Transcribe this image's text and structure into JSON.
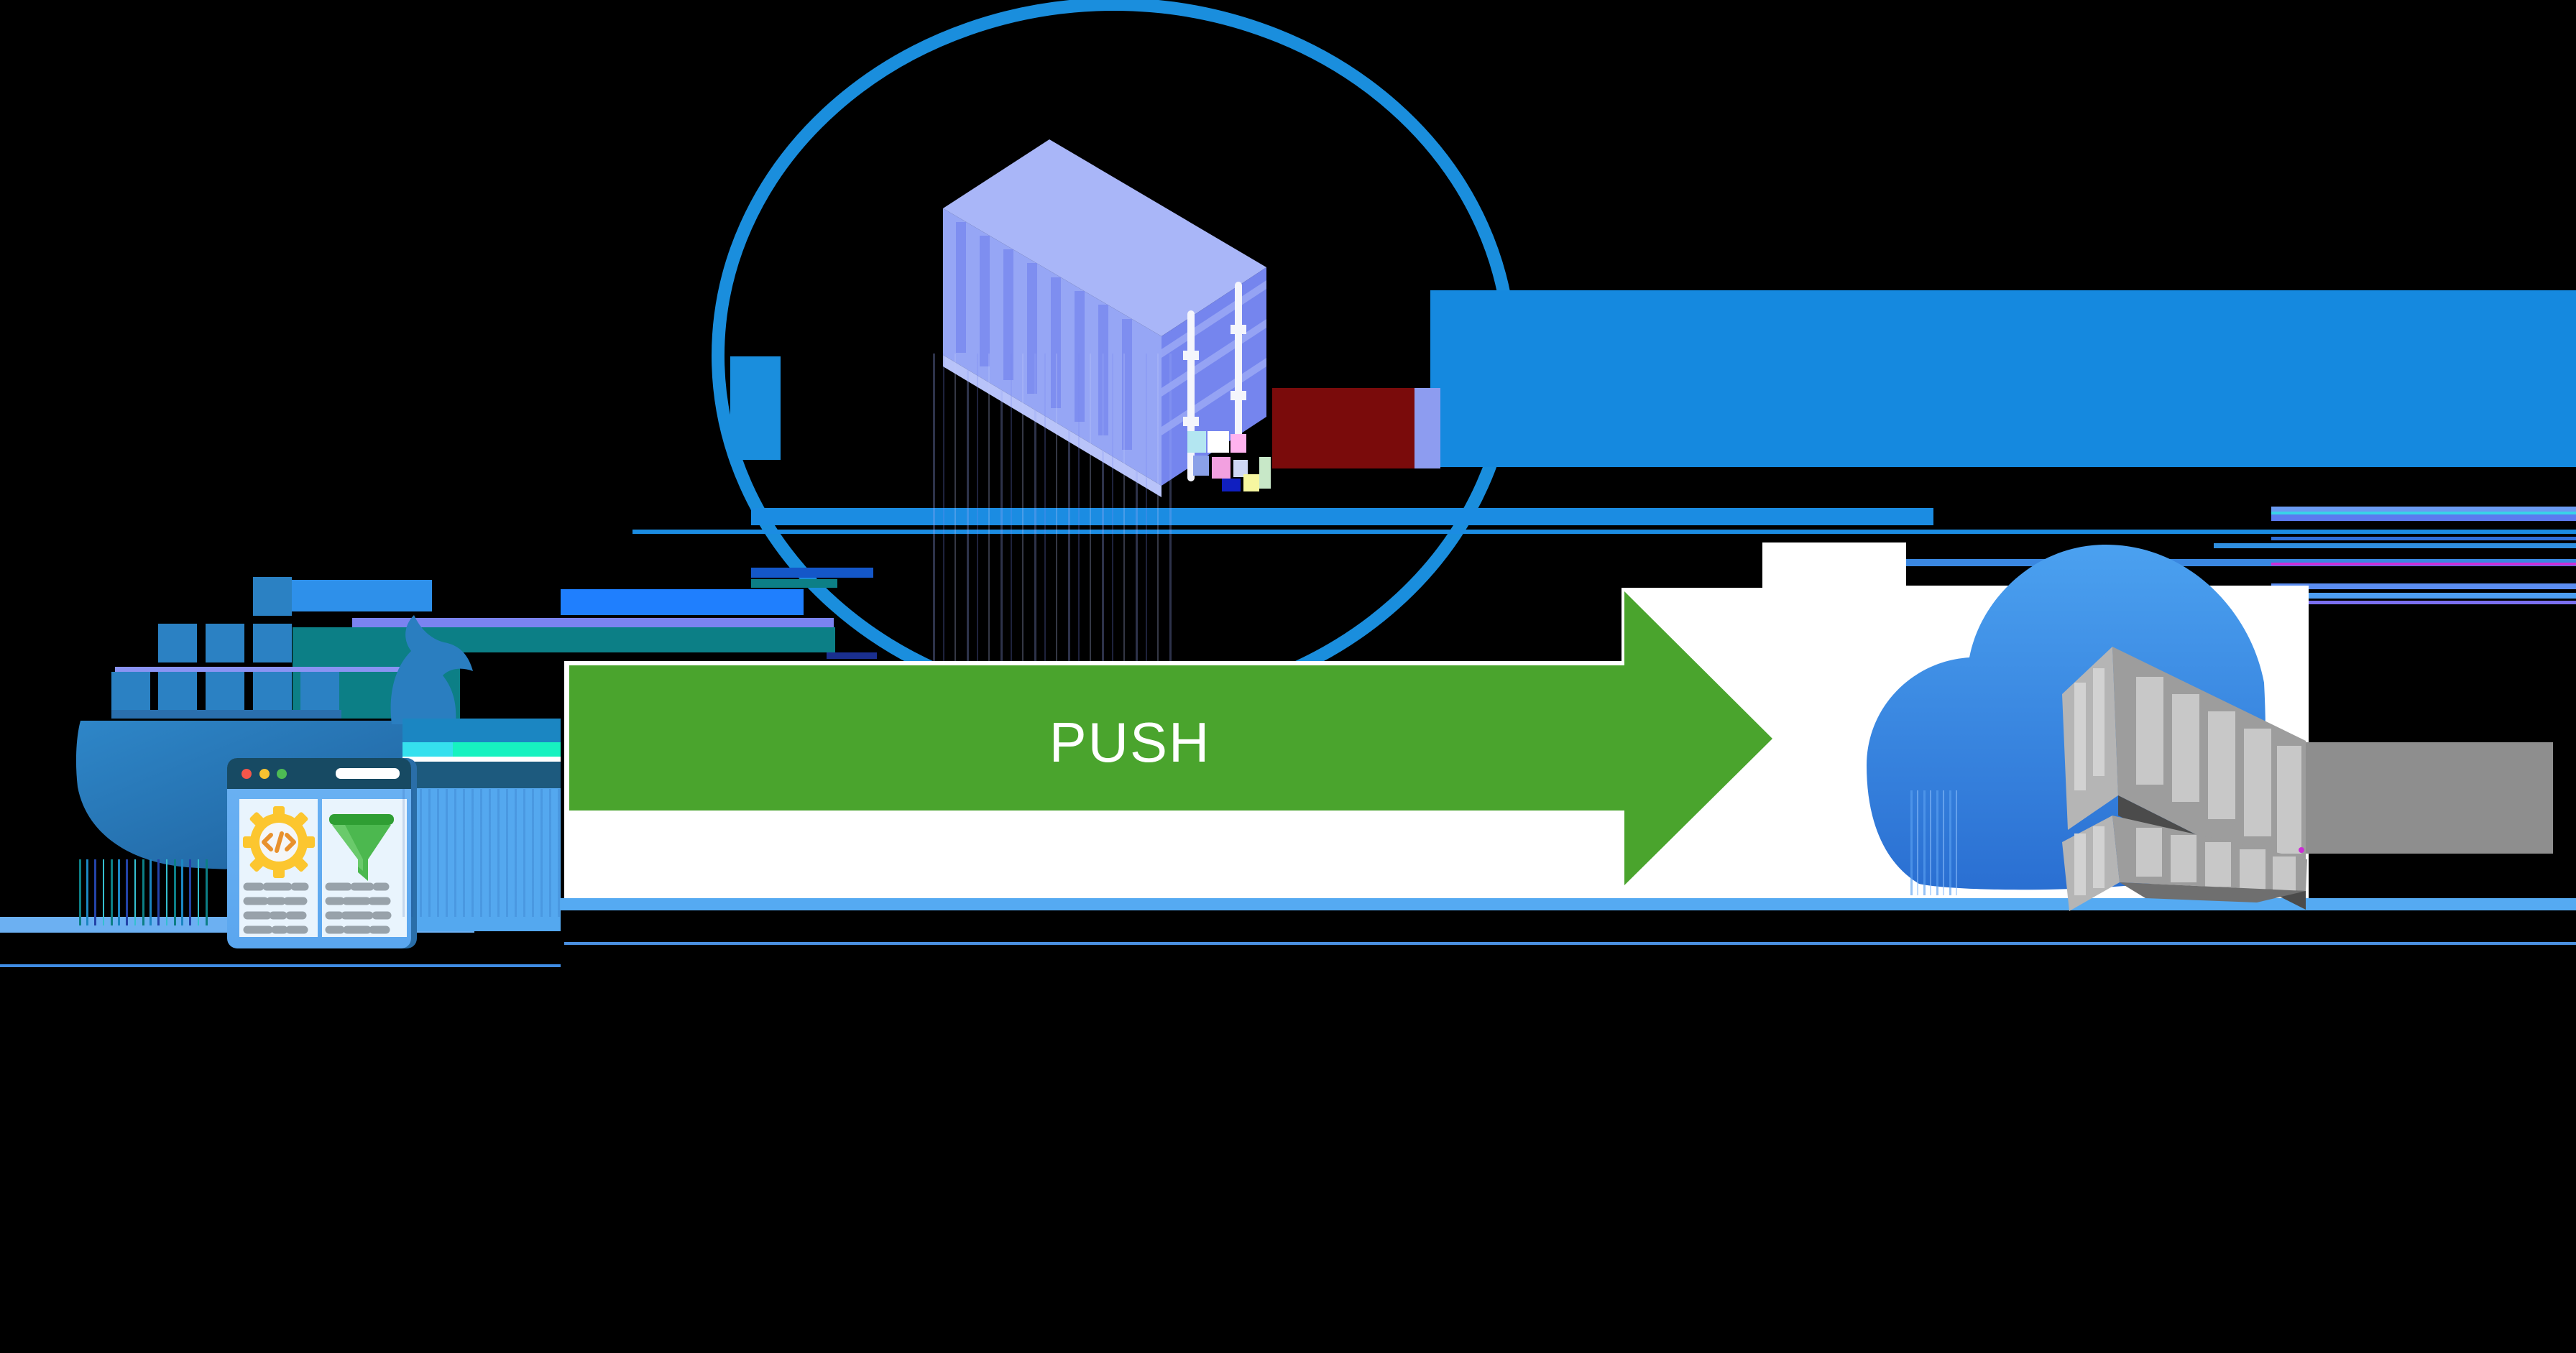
{
  "diagram": {
    "title": "docker image push to container registry",
    "arrow": {
      "label": "PUSH",
      "color": "#4aa42d",
      "direction": "right"
    },
    "lens": {
      "icon": "container-image-icon",
      "ring_color": "#1a8edd",
      "container_color": "#96a6f5"
    },
    "source": {
      "icon": "docker-whale-icon",
      "overlay_icon": "browser-code-window-icon",
      "window_icons": [
        "gear-code-icon",
        "filter-funnel-icon"
      ],
      "docker_blue": "#2b81c3"
    },
    "destination": {
      "icon": "cloud-container-registry-icon",
      "cloud_color_top": "#4ba1f0",
      "cloud_color_bottom": "#2a6fd2",
      "container_gray": "#9d9d9d"
    },
    "glitch_colors": {
      "teal": "#0c7f86",
      "dark_red": "#7a0b0b",
      "magenta": "#cc2ed6",
      "bright_blue": "#1f7ffe",
      "periwinkle": "#7b83f0",
      "scanline_blue": "#55aaf2"
    },
    "background": "#000000",
    "band_color": "#ffffff"
  }
}
